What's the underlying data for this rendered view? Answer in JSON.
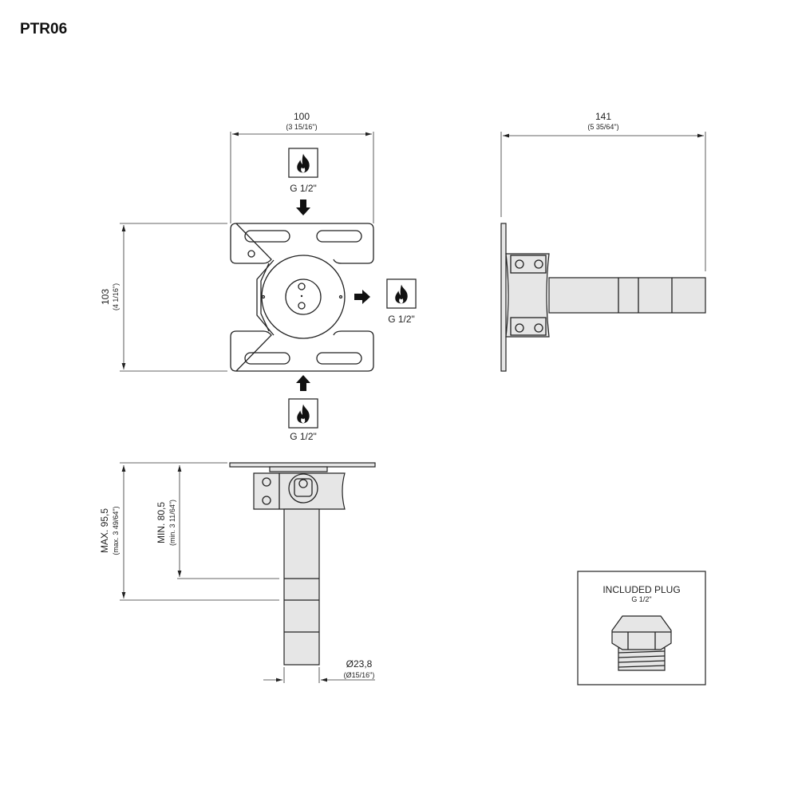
{
  "title": "PTR06",
  "front_view": {
    "width_mm": "100",
    "width_in": "(3 15/16\")",
    "height_mm": "103",
    "height_in": "(4 1/16\")",
    "inlet_top_label": "G 1/2\"",
    "outlet_right_label": "G 1/2\"",
    "inlet_bottom_label": "G 1/2\""
  },
  "side_view": {
    "length_mm": "141",
    "length_in": "(5 35/64\")"
  },
  "bottom_view": {
    "max_mm": "MAX. 95,5",
    "max_in": "(max. 3 49/64\")",
    "min_mm": "MIN. 80,5",
    "min_in": "(min. 3 11/64\")",
    "diameter_mm": "Ø23,8",
    "diameter_in": "(Ø15/16\")"
  },
  "plug_box": {
    "title": "INCLUDED PLUG",
    "subtitle": "G 1/2\""
  },
  "icons": [
    "flame-icon",
    "arrow-icon"
  ]
}
